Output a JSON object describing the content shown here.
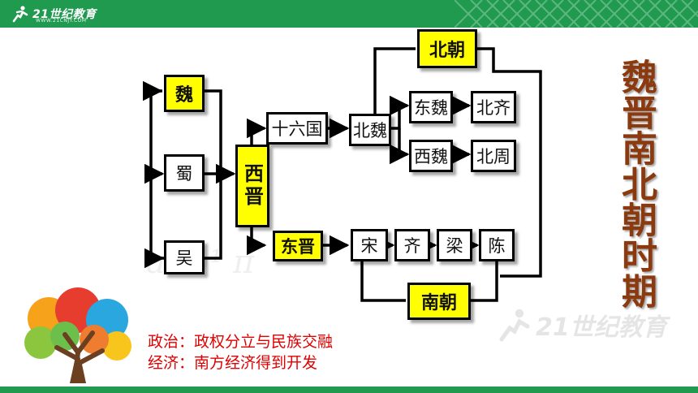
{
  "header": {
    "brand": "21世纪教育",
    "brand_url": "WWW.21CNJY.COM",
    "color": "#1f9a4f"
  },
  "diagram": {
    "nodes": {
      "wei": "魏",
      "shu": "蜀",
      "wu": "吴",
      "xijin": "西晋",
      "shiliuguo": "十六国",
      "dongjin": "东晋",
      "beiwei": "北魏",
      "dongwei": "东魏",
      "xiwei": "西魏",
      "beiqi": "北齐",
      "beizhou": "北周",
      "beichao": "北朝",
      "song": "宋",
      "qi": "齐",
      "liang": "梁",
      "chen": "陈",
      "nanchao": "南朝"
    },
    "highlight_color": "#ffff00"
  },
  "title": "魏晋南北朝时期",
  "title_color": "#8b3a10",
  "notes": {
    "politics": "政治：政权分立与民族交融",
    "economy": "经济：南方经济得到开发",
    "color": "#e00000"
  },
  "watermark": {
    "brand": "21世纪教育",
    "url": "www.21cnjy.com"
  },
  "icons": [
    "runner-logo-icon",
    "tree-icon"
  ]
}
